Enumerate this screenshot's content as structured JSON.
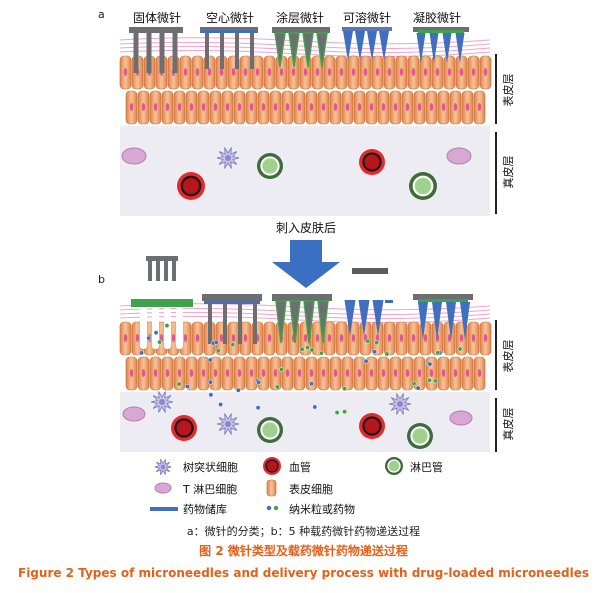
{
  "panel_a": {
    "label": "a",
    "microneedle_types": [
      "固体微针",
      "空心微针",
      "涂层微针",
      "可溶微针",
      "凝胶微针"
    ],
    "layer_epidermis": "表皮层",
    "layer_dermis": "真皮层"
  },
  "transition_label": "刺入皮肤后",
  "panel_b": {
    "label": "b",
    "layer_epidermis": "表皮层",
    "layer_dermis": "真皮层"
  },
  "legend": {
    "dendritic_cell": "树突状细胞",
    "blood_vessel": "血管",
    "lymph_vessel": "淋巴管",
    "t_lymphocyte": "T 淋巴细胞",
    "epidermal_cell": "表皮细胞",
    "drug_reservoir": "药物储库",
    "nanoparticle": "纳米粒或药物"
  },
  "captions": {
    "subtitle": "a：微针的分类；b：5 种载药微针药物递送过程",
    "title_cn": "图 2  微针类型及载药微针药物递送过程",
    "title_en": "Figure 2  Types of microneedles and delivery process with drug-loaded microneedles"
  },
  "colors": {
    "needle_gray": "#6d6e72",
    "needle_blue": "#3f6fbe",
    "coating_green": "#3ea34a",
    "vessel_red": "#d6262a",
    "lymph_green": "#3d6b3a",
    "dermis_bg": "#ececf2",
    "epi_cell": "#f2a66d",
    "caption_orange": "#e5601a"
  }
}
